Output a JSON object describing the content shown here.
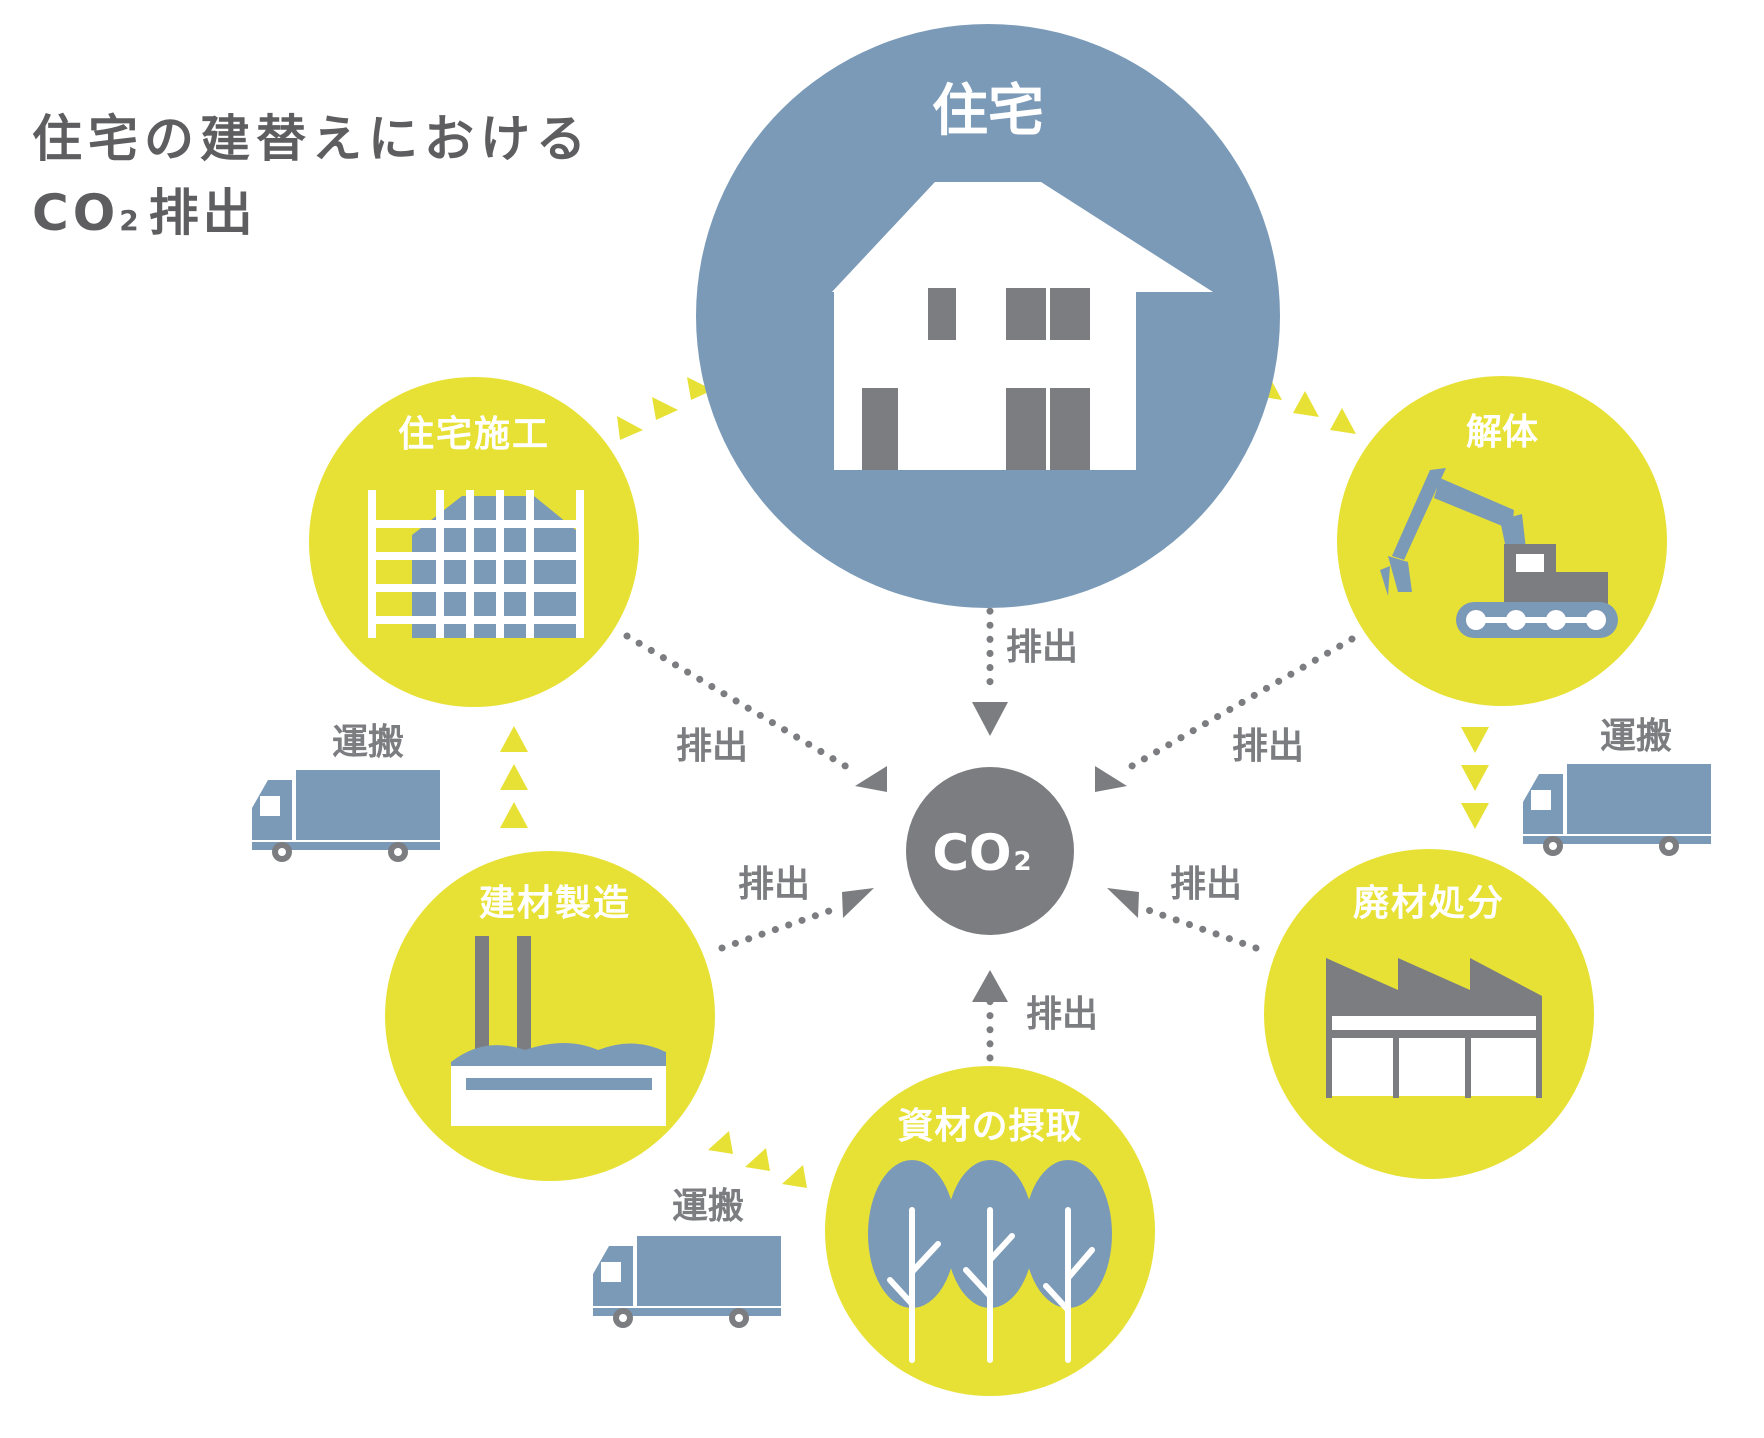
{
  "title": {
    "line1": "住宅の建替えにおける",
    "line2_main": "CO",
    "line2_sub": "2",
    "line2_tail": "排出"
  },
  "center": {
    "label_main": "CO",
    "label_sub": "2"
  },
  "nodes": {
    "house": "住宅",
    "construction": "住宅施工",
    "demolition": "解体",
    "manufacturing": "建材製造",
    "extraction": "資材の摂取",
    "disposal": "廃材処分"
  },
  "edge_labels": {
    "house": "排出",
    "construction": "排出",
    "demolition": "排出",
    "manufacturing": "排出",
    "extraction": "排出",
    "disposal": "排出"
  },
  "transport": {
    "left": "運搬",
    "right": "運搬",
    "bottom": "運搬"
  },
  "colors": {
    "blue": "#7b9ab7",
    "yellow": "#e7e136",
    "gray": "#7c7d80",
    "dark_gray": "#5e5e60",
    "white": "#ffffff"
  },
  "icons": {
    "house": "house-icon",
    "construction": "house-frame-icon",
    "demolition": "excavator-icon",
    "manufacturing": "factory-chimney-icon",
    "extraction": "trees-icon",
    "disposal": "factory-sawtooth-icon",
    "transport": "truck-icon"
  }
}
